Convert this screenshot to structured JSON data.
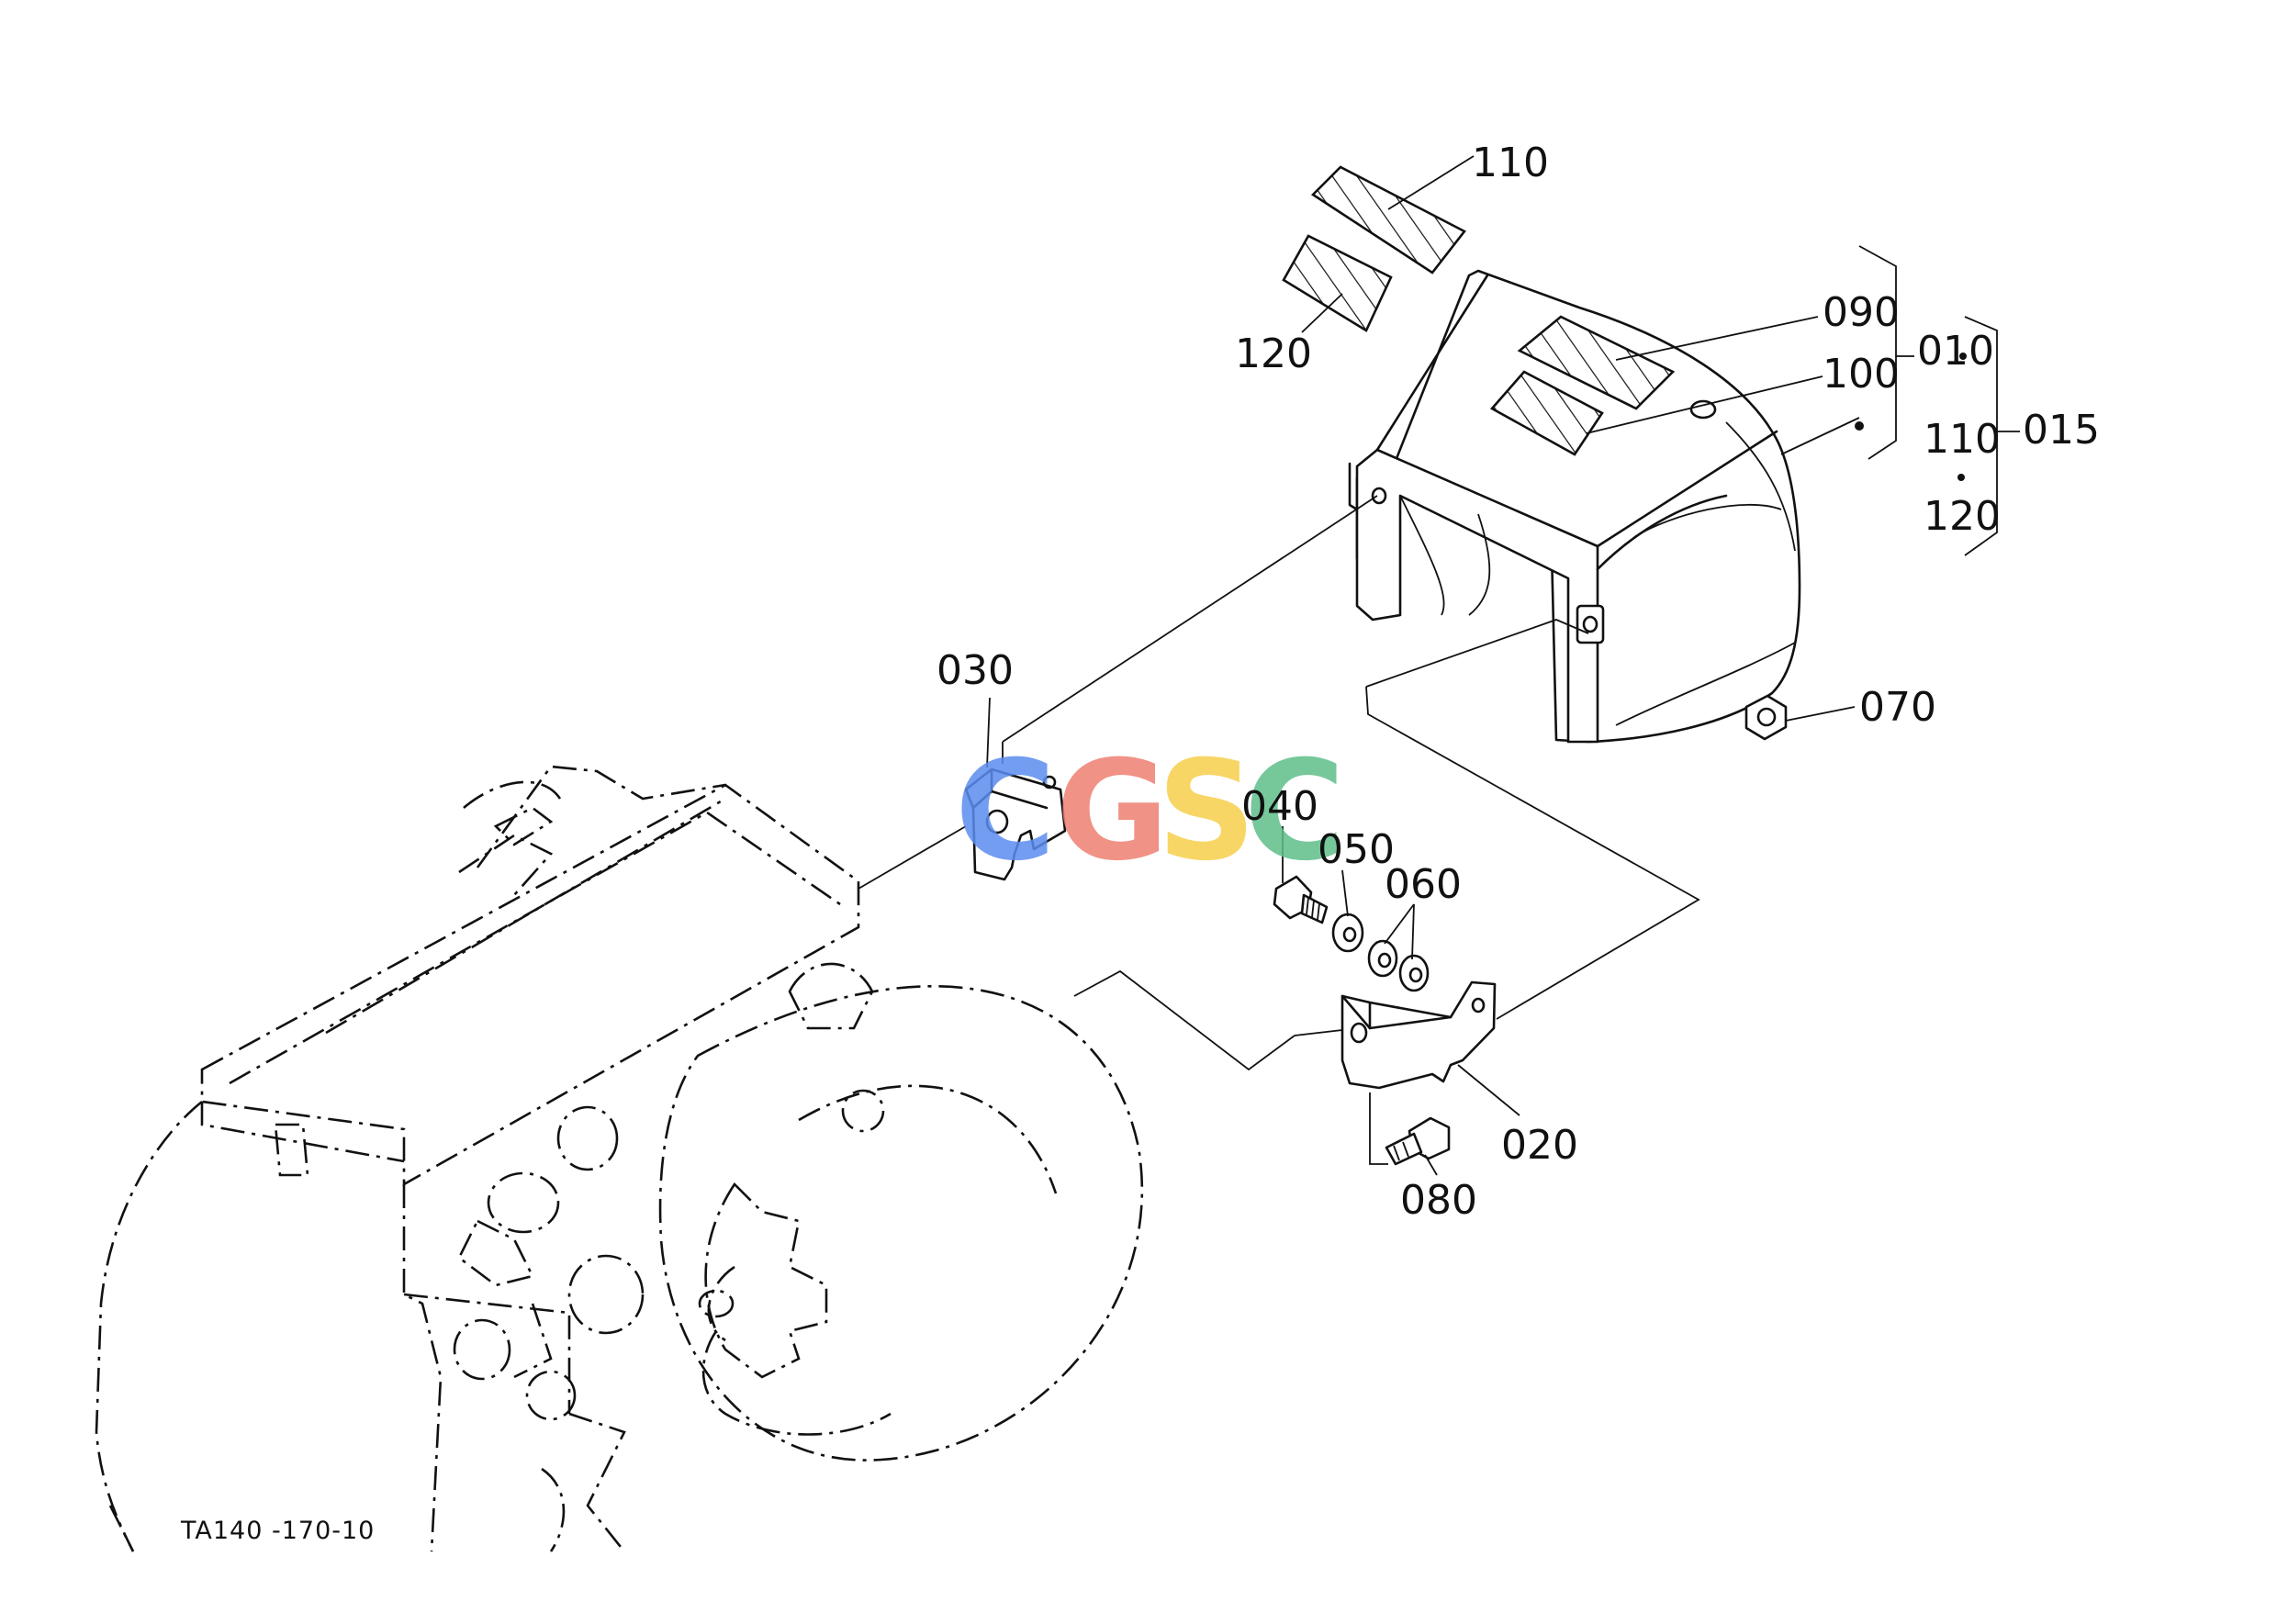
{
  "drawing_code": "TA140 -170-10",
  "watermark": {
    "letters": [
      {
        "char": "C",
        "color": "#5b8def"
      },
      {
        "char": "G",
        "color": "#ef7f73"
      },
      {
        "char": "S",
        "color": "#f7cf4c"
      },
      {
        "char": "C",
        "color": "#5fbf8a"
      }
    ]
  },
  "callouts": {
    "c110_top": "110",
    "c120_top": "120",
    "c090": "090",
    "c100": "100",
    "c010": "010",
    "c110_kit": "110",
    "c120_kit": "120",
    "c015": "015",
    "c030": "030",
    "c070": "070",
    "c040": "040",
    "c050": "050",
    "c060": "060",
    "c020": "020",
    "c080": "080"
  }
}
